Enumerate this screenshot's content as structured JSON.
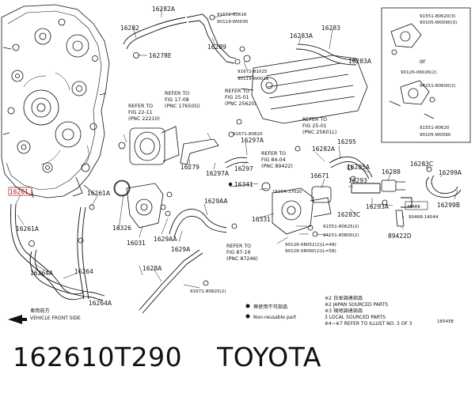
{
  "caption": "162610T290    TOYOTA",
  "diagram_code": "16545E",
  "highlighted_part": "16261",
  "highlight_color": "#c00000",
  "callouts": {
    "p16261": "16261",
    "p16261A": "16261A",
    "p16261A_left": "16261A",
    "p16264A": "16264A",
    "p16264": "16264",
    "p16264A_b": "16264A",
    "p16326": "16326",
    "p16031": "16031",
    "p1629AA": "1629AA",
    "p1629AA_b": "1629AA",
    "p1629A": "1629A",
    "p1628A": "1628A",
    "p16282A": "16282A",
    "p16282": "16282",
    "p16278E": "16278E",
    "p16289": "16289",
    "p16283A": "16283A",
    "p16283": "16283",
    "p16283A_b": "16283A",
    "p16279": "16279",
    "p16297A": "16297A",
    "p16297A_b": "16297A",
    "p16297": "16297",
    "p16341": "16341",
    "p16331": "16331",
    "p16671": "16671",
    "p16293": "16293",
    "p16293A": "16293A",
    "p16282A_b": "16282A",
    "p16295": "16295",
    "p16295A": "16295A",
    "p16288": "16288",
    "p16283C": "16283C",
    "p16283C_b": "16283C",
    "p16299A": "16299A",
    "p16299B": "16299B",
    "p89422D": "89422D",
    "p16254": "16254-37020",
    "b91672_80616": "91672-80616",
    "b90119_W0030": "90119-W0030",
    "b91672_81025": "91672-81025",
    "b90119_W0026": "90119-W0026",
    "b91671_80820": "91671-80820",
    "b91671_80820_b": "91671-80820(2)",
    "b91551_80625": "91551-80625(2)",
    "b94151_80800": "94151-80800(2)",
    "b90126_08052": "90126-08052(2)(L=48)",
    "b90126_08060": "90126-08060(2)(L=58)",
    "b90468_14044": "90468-14044",
    "ins_91551_80620": "91551-80620(3)",
    "ins_90105_W0090": "90105-W0090(3)",
    "ins_90126_06026": "90126-06026(2)",
    "ins_94151_80600": "94151-80600(2)",
    "ins_91551_80620_b": "91551-80620",
    "ins_90105_W0090_b": "90105-W0090",
    "ins_or": "or",
    "mark": "MARK"
  },
  "refer_notes": [
    {
      "line1": "REFER TO",
      "line2": "FIG 17-08",
      "line3": "(PNC 17650G)"
    },
    {
      "line1": "REFER TO",
      "line2": "FIG 22-11",
      "line3": "(PNC 22210)"
    },
    {
      "line1": "REFER TO",
      "line2": "FIG 25-01",
      "line3": "(PNC 25620)"
    },
    {
      "line1": "REFER TO",
      "line2": "FIG 25-01",
      "line3": "(PNC 25601L)"
    },
    {
      "line1": "REFER TO",
      "line2": "FIG 84-04",
      "line3": "(PNC 89422)"
    },
    {
      "line1": "REFER TO",
      "line2": "FIG 87-16",
      "line3": "(PNC 87246)"
    }
  ],
  "legend": {
    "reused_jp": "再使用不可部品",
    "reused_en": "Non-reusable part",
    "note2_jp": "※2 日本調達部品",
    "note2_en": "※2 JAPAN SOURCED PARTS",
    "note3_jp": "※3 現地調達部品",
    "note3_en": "3 LOCAL SOURCED PARTS",
    "note4": "※4~※7 REFER TO ILLUST NO. 3 OF 3",
    "front_jp": "車両前方",
    "front_en": "VEHICLE FRONT SIDE"
  }
}
